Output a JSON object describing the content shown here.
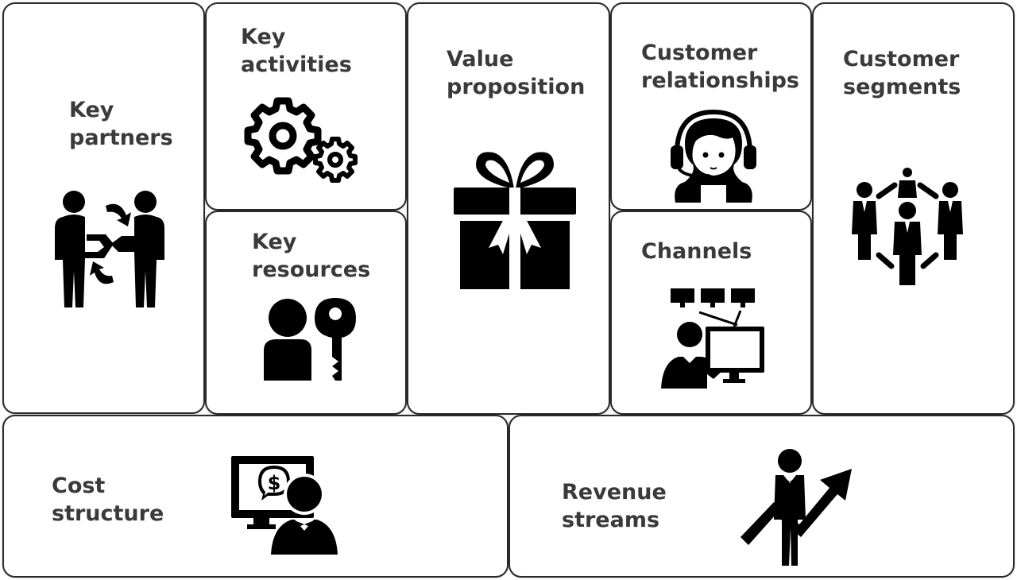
{
  "canvas": {
    "blocks": {
      "key_partners": {
        "line1": "Key",
        "line2": "partners",
        "icon": "handshake-exchange-icon"
      },
      "key_activities": {
        "line1": "Key",
        "line2": "activities",
        "icon": "gears-icon"
      },
      "key_resources": {
        "line1": "Key",
        "line2": "resources",
        "icon": "person-key-icon"
      },
      "value_proposition": {
        "line1": "Value",
        "line2": "proposition",
        "icon": "gift-box-icon"
      },
      "customer_relationships": {
        "line1": "Customer",
        "line2": "relationships",
        "icon": "headset-operator-icon"
      },
      "channels": {
        "line1": "Channels",
        "icon": "presenter-screens-icon"
      },
      "customer_segments": {
        "line1": "Customer",
        "line2": "segments",
        "icon": "people-network-icon"
      },
      "cost_structure": {
        "line1": "Cost",
        "line2": "structure",
        "icon": "monitor-dollar-person-icon"
      },
      "revenue_streams": {
        "line1": "Revenue",
        "line2": "streams",
        "icon": "growth-arrow-person-icon"
      }
    }
  }
}
